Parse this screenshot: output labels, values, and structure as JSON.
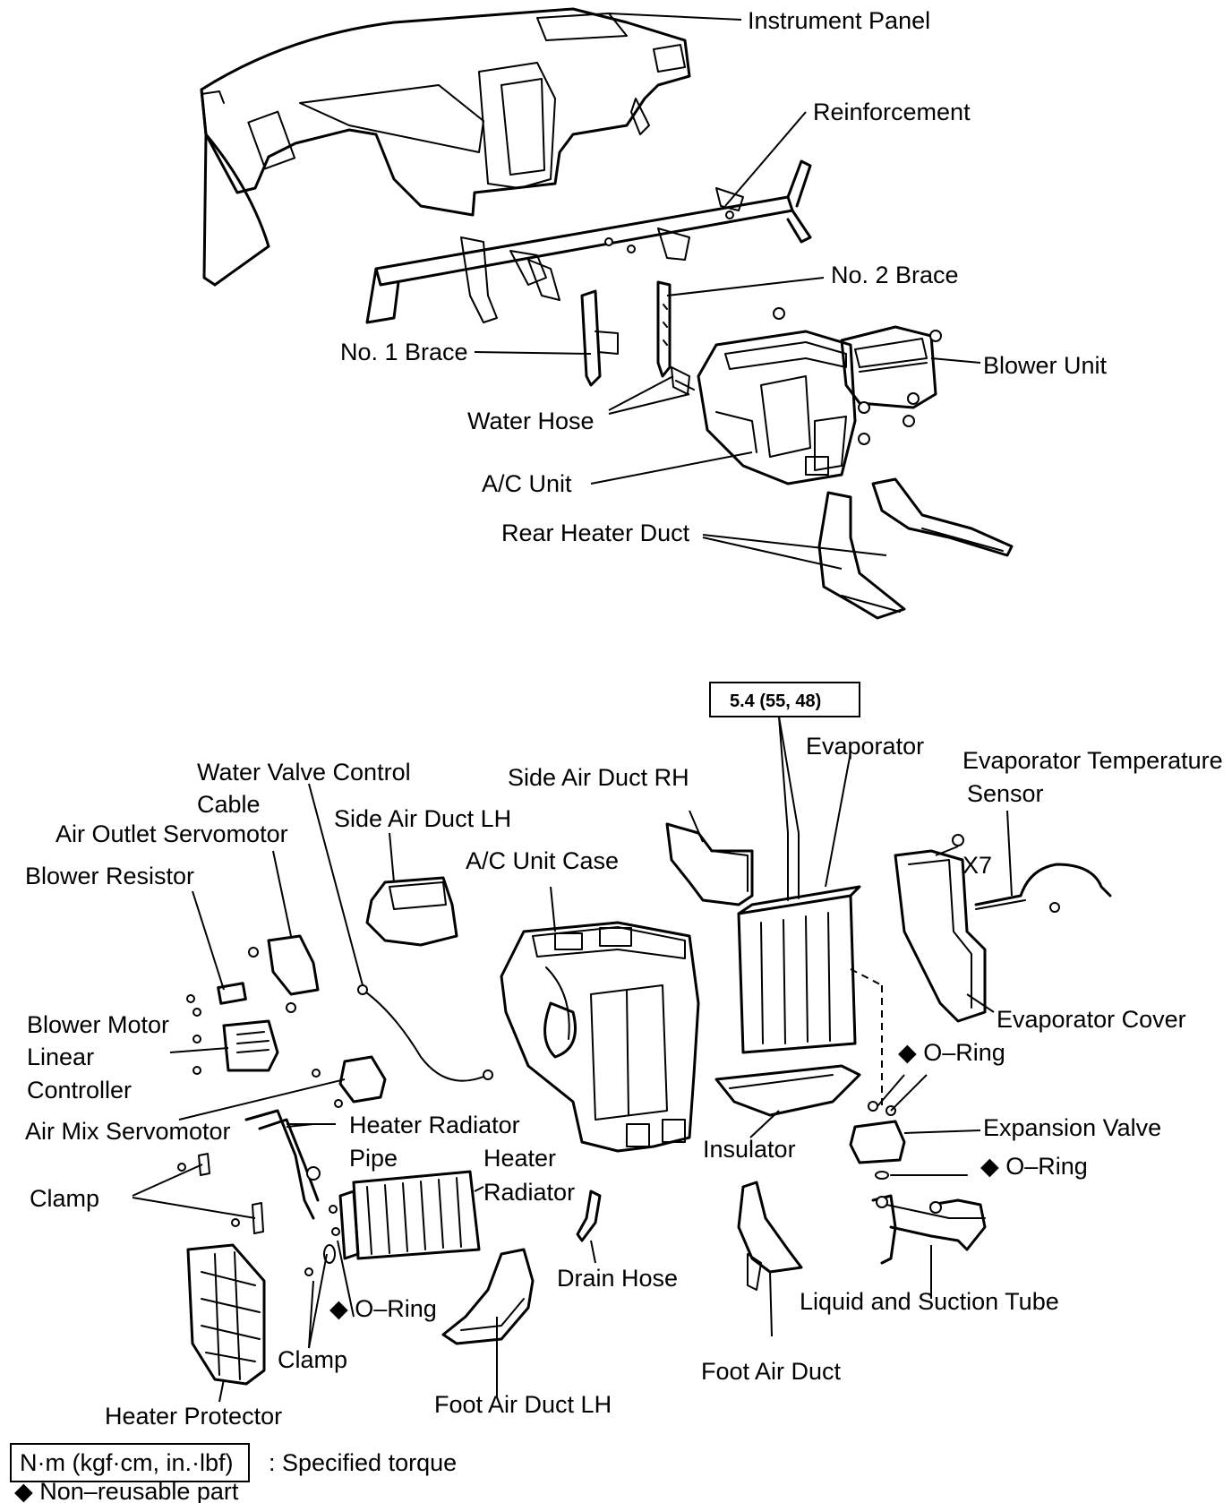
{
  "labels": {
    "instrument_panel": "Instrument Panel",
    "reinforcement": "Reinforcement",
    "no2_brace": "No. 2 Brace",
    "no1_brace": "No. 1 Brace",
    "blower_unit": "Blower Unit",
    "water_hose": "Water Hose",
    "ac_unit": "A/C Unit",
    "rear_heater_duct": "Rear Heater Duct",
    "torque_spec": "5.4 (55, 48)",
    "evaporator": "Evaporator",
    "evap_temp_sensor_1": "Evaporator Temperature",
    "evap_temp_sensor_2": "Sensor",
    "x7": "X7",
    "water_valve_cable_1": "Water  Valve  Control",
    "water_valve_cable_2": "Cable",
    "side_air_duct_rh": "Side Air Duct RH",
    "side_air_duct_lh": "Side Air Duct LH",
    "air_outlet_servomotor": "Air Outlet Servomotor",
    "blower_resistor": "Blower Resistor",
    "ac_unit_case": "A/C Unit Case",
    "evaporator_cover": "Evaporator Cover",
    "blower_motor_1": "Blower Motor",
    "blower_motor_2": "Linear",
    "blower_motor_3": "Controller",
    "o_ring_1": "O–Ring",
    "air_mix_servomotor": "Air Mix Servomotor",
    "heater_radiator_pipe_1": "Heater Radiator",
    "heater_radiator_pipe_2": "Pipe",
    "expansion_valve": "Expansion Valve",
    "insulator": "Insulator",
    "heater_radiator_1": "Heater",
    "heater_radiator_2": "Radiator",
    "o_ring_2": "O–Ring",
    "clamp_1": "Clamp",
    "drain_hose": "Drain Hose",
    "liquid_suction_tube": "Liquid and Suction Tube",
    "o_ring_3": "O–Ring",
    "clamp_2": "Clamp",
    "foot_air_duct": "Foot Air Duct",
    "heater_protector": "Heater Protector",
    "foot_air_duct_lh": "Foot Air Duct LH"
  },
  "legend": {
    "torque_units": "N·m (kgf·cm, in.·lbf)",
    "torque_desc": ": Specified torque",
    "non_reusable": "◆ Non–reusable part"
  },
  "marker": "◆"
}
